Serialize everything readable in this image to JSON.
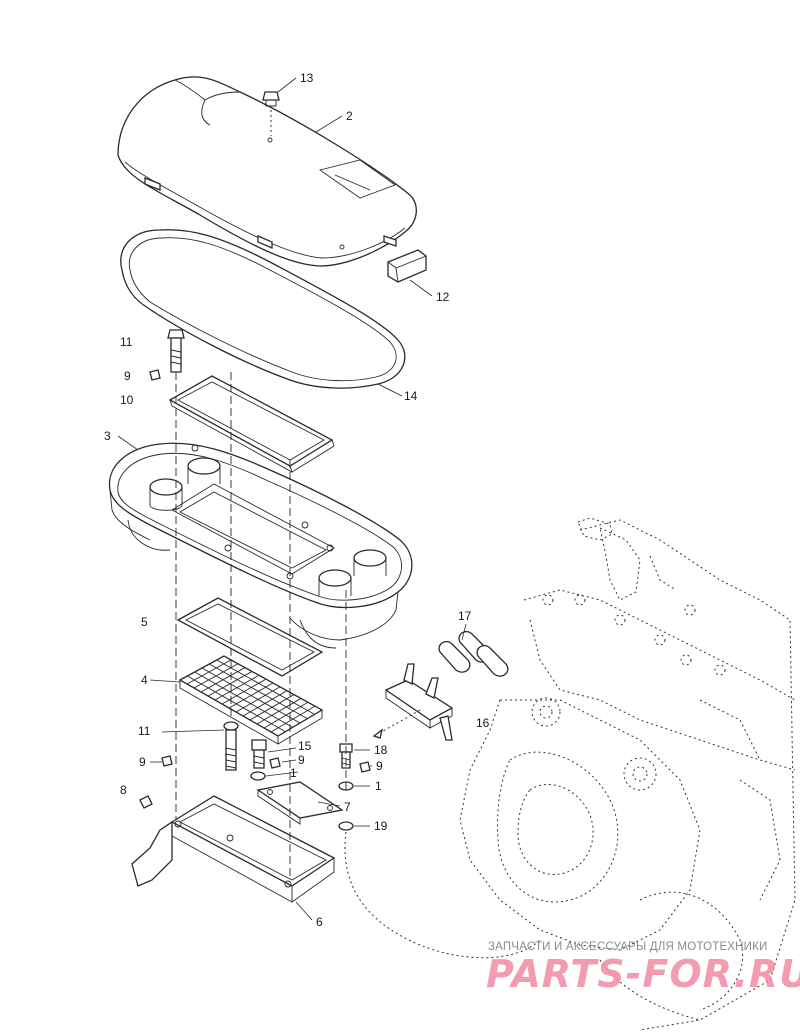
{
  "callouts": [
    {
      "id": "13",
      "text": "13"
    },
    {
      "id": "2",
      "text": "2"
    },
    {
      "id": "12",
      "text": "12"
    },
    {
      "id": "14",
      "text": "14"
    },
    {
      "id": "11a",
      "text": "11"
    },
    {
      "id": "9a",
      "text": "9"
    },
    {
      "id": "10",
      "text": "10"
    },
    {
      "id": "3",
      "text": "3"
    },
    {
      "id": "5",
      "text": "5"
    },
    {
      "id": "4",
      "text": "4"
    },
    {
      "id": "17",
      "text": "17"
    },
    {
      "id": "16",
      "text": "16"
    },
    {
      "id": "11b",
      "text": "11"
    },
    {
      "id": "15",
      "text": "15"
    },
    {
      "id": "9b",
      "text": "9"
    },
    {
      "id": "9c",
      "text": "9"
    },
    {
      "id": "18",
      "text": "18"
    },
    {
      "id": "9d",
      "text": "9"
    },
    {
      "id": "1a",
      "text": "1"
    },
    {
      "id": "1b",
      "text": "1"
    },
    {
      "id": "8",
      "text": "8"
    },
    {
      "id": "7",
      "text": "7"
    },
    {
      "id": "19",
      "text": "19"
    },
    {
      "id": "6",
      "text": "6"
    }
  ],
  "watermark": {
    "tagline": "ЗАПЧАСТИ И АКСЕССУАРЫ ДЛЯ МОТОТЕХНИКИ",
    "logo": "PARTS-FOR.RU"
  }
}
